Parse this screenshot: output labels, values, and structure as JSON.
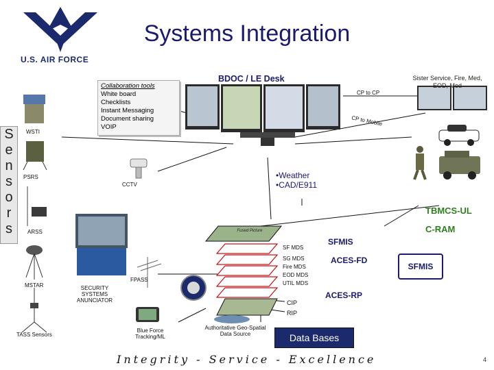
{
  "header": {
    "title": "Systems Integration",
    "org_text": "U.S. AIR FORCE"
  },
  "sensors": {
    "letters": [
      "S",
      "e",
      "n",
      "s",
      "o",
      "r",
      "s"
    ],
    "wsti": "WSTI",
    "psrs": "PSRS",
    "arss": "ARSS",
    "mstar": "MSTAR",
    "tass": "TASS Sensors"
  },
  "collaboration": {
    "header": "Collaboration tools",
    "items": [
      "White board",
      "Checklists",
      "Instant Messaging",
      "Document sharing",
      "VOIP"
    ]
  },
  "center": {
    "bdoc": "BDOC / LE Desk",
    "cp_to_cp": "CP to CP",
    "cp_to_mobile": "CP to Mobile",
    "weather": "•Weather",
    "cad": "•CAD/E911",
    "cctv": "CCTV",
    "fused_picture": "Fused Picture",
    "fpass": "FPASS",
    "security_line1": "SECURITY",
    "security_line2": "SYSTEMS",
    "security_line3": "ANUNCIATOR",
    "blue_force_line1": "Blue Force",
    "blue_force_line2": "Tracking/ML",
    "geo_line1": "Authoritative Geo-Spatial",
    "geo_line2": "Data Source"
  },
  "layers": {
    "sfmds": "SF MDS",
    "sgmds": "SG MDS",
    "firemds": "Fire MDS",
    "eodmds": "EOD MDS",
    "utilmds": "UTIL MDS",
    "cip": "CIP",
    "rip": "RIP"
  },
  "right": {
    "sister_line1": "Sister Service, Fire, Med,",
    "sister_line2": "EOD, Med",
    "tbmcs": "TBMCS-UL",
    "cram": "C-RAM",
    "sfmis": "SFMIS",
    "aces_fd": "ACES-FD",
    "sfmis_box": "SFMIS",
    "aces_rp": "ACES-RP",
    "databases": "Data Bases"
  },
  "footer": {
    "motto": "Integrity - Service - Excellence",
    "page": "4"
  },
  "colors": {
    "navy": "#1a1a6e",
    "green": "#2f7f1f",
    "layer_red": "#cc1111"
  }
}
